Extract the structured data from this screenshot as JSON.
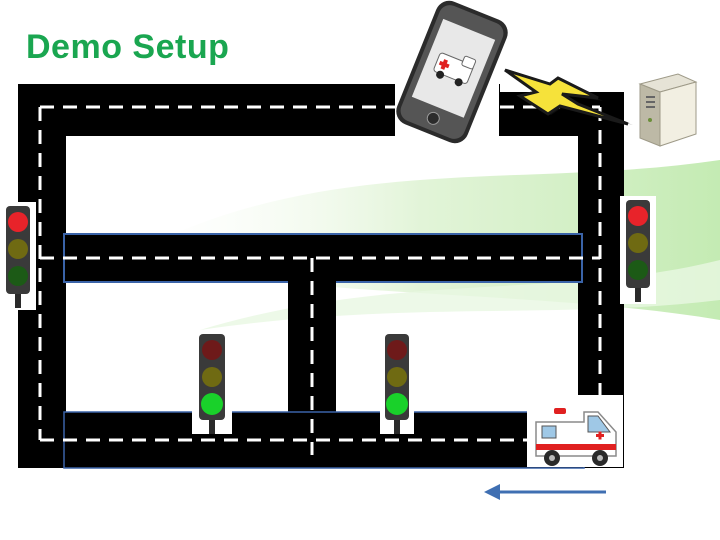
{
  "slide": {
    "title": "Demo Setup"
  },
  "colors": {
    "title": "#1aa650",
    "road": "#000000",
    "lane_marking": "#ffffff",
    "road_outline": "#3a63a8",
    "arrow": "#3f6fb2",
    "red_lamp_on": "#e8232a",
    "green_lamp_on": "#19d12a",
    "background_accent": "#cfeec2"
  },
  "scene": {
    "traffic_lights": [
      {
        "id": "left",
        "lit": "red"
      },
      {
        "id": "right",
        "lit": "red"
      },
      {
        "id": "bottom-left",
        "lit": "green"
      },
      {
        "id": "bottom-middle",
        "lit": "green"
      }
    ],
    "icons": [
      "smartphone-icon",
      "ambulance-icon",
      "lightning-icon",
      "server-icon"
    ],
    "arrow_direction": "left"
  }
}
